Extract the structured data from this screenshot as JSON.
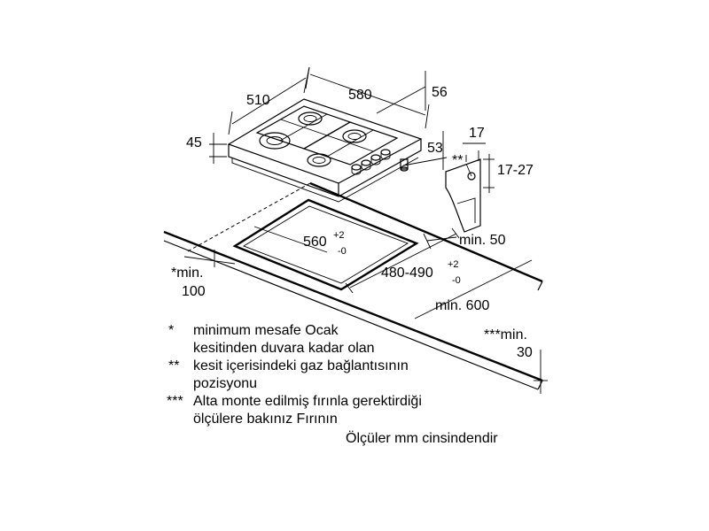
{
  "dimensions": {
    "hob_width": "580",
    "hob_depth": "510",
    "hob_height": "45",
    "top_right_offset": "56",
    "side_offset": "53",
    "bracket_width": "17",
    "bracket_height": "17-27",
    "bracket_marker": "**",
    "cutout_width_base": "560",
    "cutout_width_tol_plus": "+2",
    "cutout_width_tol_minus": "-0",
    "cutout_depth_base": "480-490",
    "cutout_depth_tol_plus": "+2",
    "cutout_depth_tol_minus": "-0",
    "min_50": "min. 50",
    "min_600": "min. 600",
    "min_100_a": "*min.",
    "min_100_b": "100",
    "min_30_a": "***min.",
    "min_30_b": "30"
  },
  "notes": [
    {
      "mark": "*",
      "lines": [
        "minimum mesafe Ocak",
        "kesitinden duvara kadar olan"
      ]
    },
    {
      "mark": "**",
      "lines": [
        "kesit içerisindeki gaz bağlantısının",
        "pozisyonu"
      ]
    },
    {
      "mark": "***",
      "lines": [
        "Alta monte edilmiş fırınla gerektirdiği",
        "ölçülere bakınız Fırının"
      ]
    }
  ],
  "units_note": "Ölçüler mm cinsindendir"
}
